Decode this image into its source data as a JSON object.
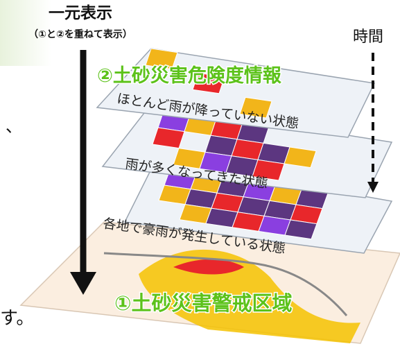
{
  "unified_display": {
    "title": "一元表示",
    "subtitle": "（①と②を重ねて表示）"
  },
  "time_label": "時間",
  "layer2_title": "②土砂災害危険度情報",
  "layers": [
    {
      "caption": "ほとんど雨が降っていない状態"
    },
    {
      "caption": "雨が多くなってきた状態"
    },
    {
      "caption": "各地で豪雨が発生している状態"
    }
  ],
  "layer1_title": "①土砂災害警戒区域",
  "cut_off_text": {
    "left_mark": "、",
    "bottom_char": "す。"
  },
  "colors": {
    "orange": "#f2b51a",
    "red": "#e8272b",
    "purple": "#8a3fe0",
    "dark_purple": "#5c3680",
    "green_label": "#5cc21a",
    "layer_fill": "#eef2f7",
    "base_fill": "#fbeee0"
  },
  "grids": [
    {
      "rows": [
        [
          "orange",
          "",
          "",
          "",
          "",
          ""
        ],
        [
          "",
          "",
          "red",
          "",
          "",
          ""
        ],
        [
          "",
          "",
          "",
          "",
          "orange",
          ""
        ]
      ]
    },
    {
      "rows": [
        [
          "purple",
          "orange",
          "red",
          "dark_purple",
          "",
          ""
        ],
        [
          "red",
          "",
          "dark_purple",
          "red",
          "dark_purple",
          "orange"
        ],
        [
          "",
          "orange",
          "purple",
          "dark_purple",
          "red",
          ""
        ]
      ]
    },
    {
      "rows": [
        [
          "purple",
          "orange",
          "dark_purple",
          "purple",
          "orange",
          "dark_purple"
        ],
        [
          "orange",
          "dark_purple",
          "red",
          "dark_purple",
          "dark_purple",
          "red"
        ],
        [
          "",
          "orange",
          "dark_purple",
          "red",
          "purple",
          "dark_purple"
        ]
      ]
    }
  ]
}
